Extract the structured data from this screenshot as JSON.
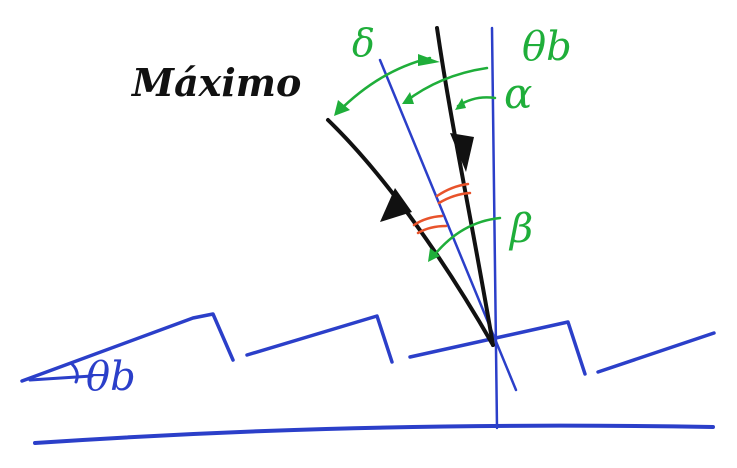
{
  "labels": {
    "title": "Máximo",
    "delta": "δ",
    "theta_b_top": "θb",
    "alpha": "α",
    "beta": "β",
    "theta_b_bottom": "θb"
  },
  "colors": {
    "ink_black": "#111111",
    "ink_blue": "#2b3fc9",
    "ink_green": "#1fae3a",
    "ink_red": "#e8532b",
    "background": "#ffffff"
  }
}
